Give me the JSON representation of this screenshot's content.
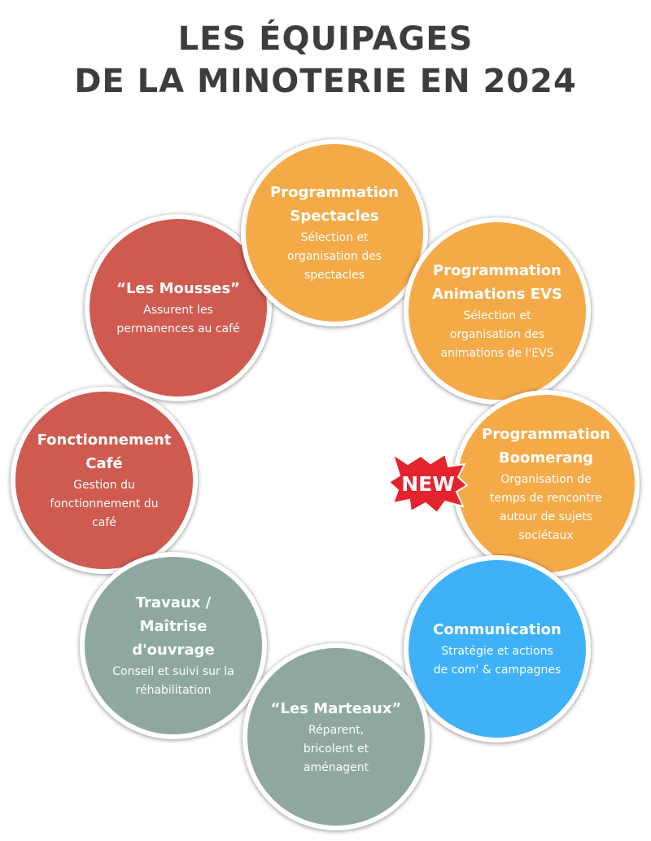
{
  "title": {
    "line1": "LES ÉQUIPAGES",
    "line2": "DE LA MINOTERIE EN 2024"
  },
  "colors": {
    "orange": "#f5aa48",
    "red": "#cf5a50",
    "grey": "#8ea7a1",
    "blue": "#3eb1f9",
    "badge": "#e4232d"
  },
  "badge": {
    "text": "NEW"
  },
  "teams": [
    {
      "title": "Programmation\nSpectacles",
      "desc": "Sélection et\norganisation des\nspectacles",
      "color": "orange"
    },
    {
      "title": "Programmation\nAnimations EVS",
      "desc": "Sélection et\norganisation des\nanimations de l'EVS",
      "color": "orange"
    },
    {
      "title": "Programmation\nBoomerang",
      "desc": "Organisation de\ntemps de rencontre\nautour de sujets\nsociétaux",
      "color": "orange"
    },
    {
      "title": "Communication",
      "desc": "Stratégie et  actions\nde com' & campagnes",
      "color": "blue"
    },
    {
      "title": "“Les Marteaux”",
      "desc": "Réparent,\nbricolent et\naménagent",
      "color": "grey"
    },
    {
      "title": "Travaux /\nMaîtrise\nd'ouvrage",
      "desc": "Conseil et suivi sur la\nréhabilitation",
      "color": "grey"
    },
    {
      "title": "Fonctionnement\nCafé",
      "desc": "Gestion du\nfonctionnement du\ncafé",
      "color": "red"
    },
    {
      "title": "“Les Mousses”",
      "desc": "Assurent les\npermanences au café",
      "color": "red"
    }
  ]
}
